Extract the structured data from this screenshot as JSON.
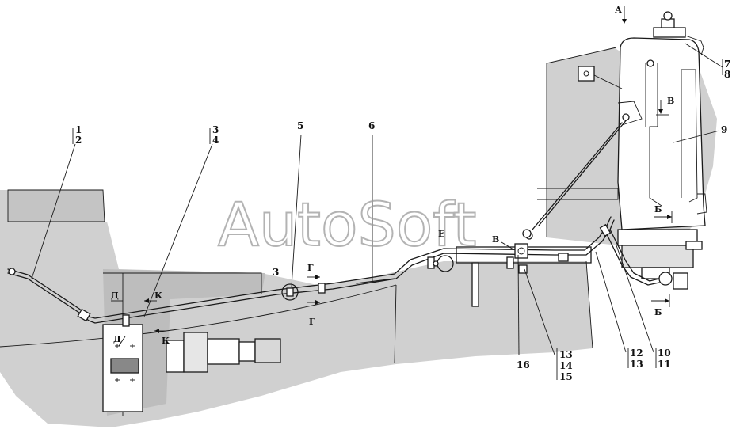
{
  "watermark": "AutoSoft",
  "callouts": {
    "c1": "1",
    "c2": "2",
    "c3": "3",
    "c4": "4",
    "c5": "5",
    "c6": "6",
    "c7": "7",
    "c8": "8",
    "c9": "9",
    "c10": "10",
    "c11": "11",
    "c12": "12",
    "c13a": "13",
    "c13b": "13",
    "c14": "14",
    "c15": "15",
    "c16": "16",
    "c3b": "3"
  },
  "views": {
    "A": "А",
    "B": "В",
    "B2": "В",
    "Bb": "Б",
    "Bb2": "Б",
    "E": "Е",
    "G": "Г",
    "G2": "Г",
    "D": "Д",
    "D2": "Д",
    "K": "К",
    "K2": "К"
  }
}
